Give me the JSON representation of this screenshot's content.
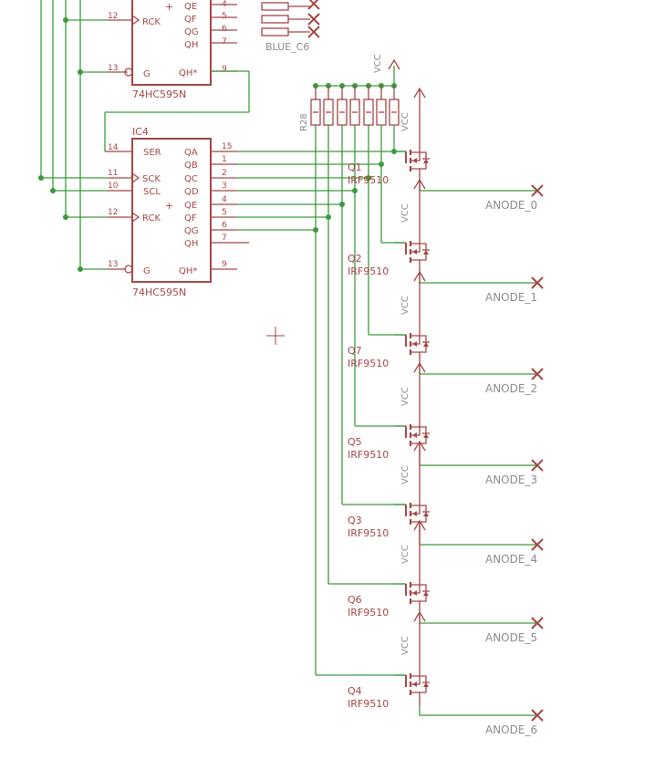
{
  "colors": {
    "wire": "#3c9a3c",
    "part": "#a54646",
    "label": "#8c8c8c",
    "background": "#ffffff"
  },
  "top_chip": {
    "name": "74HC595N",
    "pins": [
      {
        "label": "RCK",
        "num": "12"
      },
      {
        "label": "G",
        "num": "13"
      },
      {
        "label": "QE",
        "num": "4"
      },
      {
        "label": "QF",
        "num": "5"
      },
      {
        "label": "QG",
        "num": "6"
      },
      {
        "label": "QH",
        "num": "7"
      },
      {
        "label": "QH*",
        "num": "9"
      }
    ],
    "net_label": "BLUE_C6"
  },
  "ic4": {
    "ref": "IC4",
    "name": "74HC595N",
    "left_pins": [
      {
        "label": "SER",
        "num": "14"
      },
      {
        "label": "SCK",
        "num": "11"
      },
      {
        "label": "SCL",
        "num": "10"
      },
      {
        "label": "RCK",
        "num": "12"
      },
      {
        "label": "G",
        "num": "13"
      }
    ],
    "right_pins": [
      {
        "label": "QA",
        "num": "15"
      },
      {
        "label": "QB",
        "num": "1"
      },
      {
        "label": "QC",
        "num": "2"
      },
      {
        "label": "QD",
        "num": "3"
      },
      {
        "label": "QE",
        "num": "4"
      },
      {
        "label": "QF",
        "num": "5"
      },
      {
        "label": "QG",
        "num": "6"
      },
      {
        "label": "QH",
        "num": "7"
      },
      {
        "label": "QH*",
        "num": "9"
      }
    ]
  },
  "resistor_label": "R28",
  "vcc_label": "VCC",
  "mosfets": [
    {
      "ref": "Q1",
      "part": "IRF9510",
      "anode": "ANODE_0"
    },
    {
      "ref": "Q2",
      "part": "IRF9510",
      "anode": "ANODE_1"
    },
    {
      "ref": "Q7",
      "part": "IRF9510",
      "anode": "ANODE_2"
    },
    {
      "ref": "Q5",
      "part": "IRF9510",
      "anode": "ANODE_3"
    },
    {
      "ref": "Q3",
      "part": "IRF9510",
      "anode": "ANODE_4"
    },
    {
      "ref": "Q6",
      "part": "IRF9510",
      "anode": "ANODE_5"
    },
    {
      "ref": "Q4",
      "part": "IRF9510",
      "anode": "ANODE_6"
    }
  ]
}
